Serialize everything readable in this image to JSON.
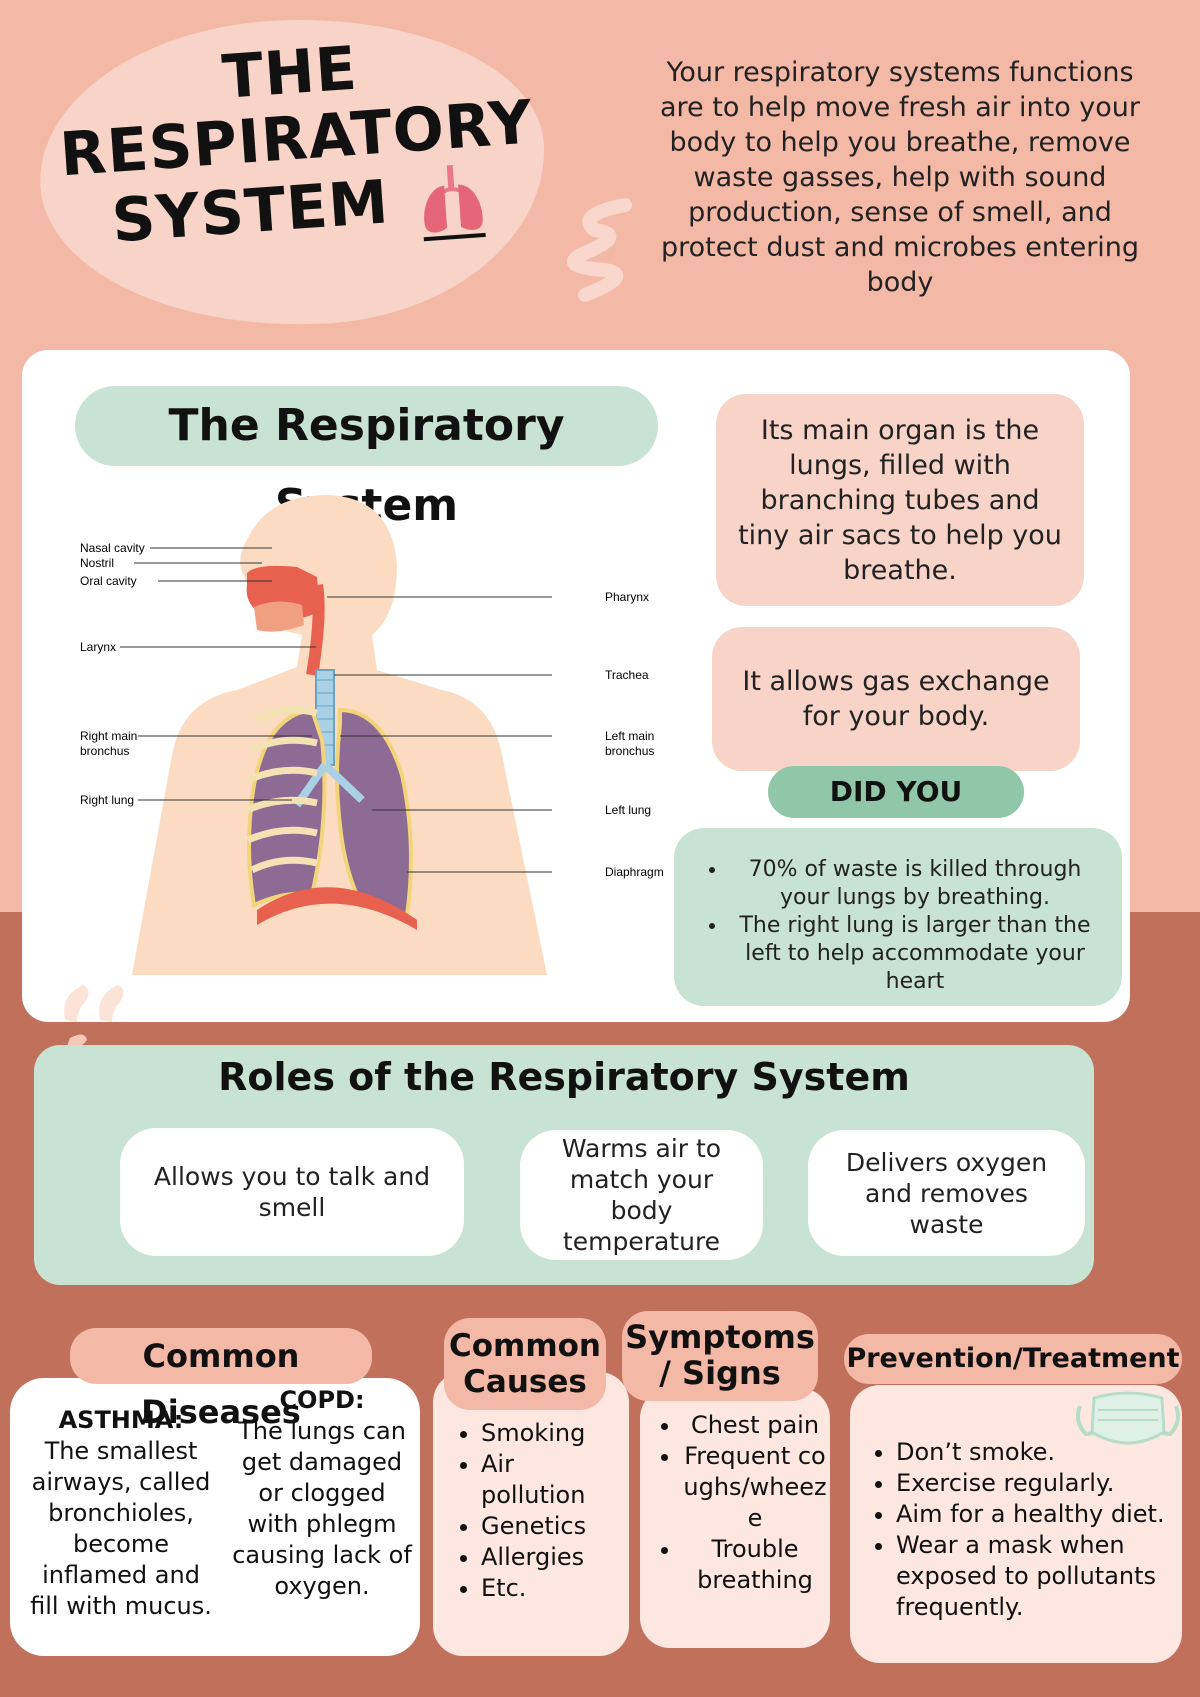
{
  "header": {
    "title_lines": [
      "THE",
      "RESPIRATORY",
      "SYSTEM"
    ],
    "intro": "Your respiratory systems functions are to help move fresh air into your body to help you breathe, remove waste gasses, help with sound production, sense of smell, and protect dust and microbes entering body"
  },
  "diagram_section": {
    "title": "The Respiratory System",
    "labels_left": [
      "Nasal cavity",
      "Nostril",
      "Oral cavity",
      "Larynx",
      "Right main",
      "bronchus",
      "Right lung"
    ],
    "labels_right": [
      "Pharynx",
      "Trachea",
      "Left main",
      "bronchus",
      "Left lung",
      "Diaphragm"
    ],
    "fact_1": "Its main organ is the lungs, filled with branching tubes and tiny air sacs to help you breathe.",
    "fact_2": "It allows gas exchange for your body.",
    "did_you_know": "DID YOU KNOW?",
    "did_you_know_items": [
      "70% of waste is killed through your lungs by breathing.",
      "The right lung is larger than the left to help accommodate your heart"
    ]
  },
  "roles": {
    "title": "Roles of the Respiratory System",
    "items": [
      "Allows you to talk and smell",
      "Warms air to match your body temperature",
      "Delivers oxygen and removes waste"
    ]
  },
  "diseases": {
    "title": "Common Diseases",
    "asthma_name": "ASTHMA:",
    "asthma_text": "The smallest airways, called bronchioles, become inflamed and fill with mucus.",
    "copd_name": "COPD:",
    "copd_text": "The lungs can get damaged or clogged with phlegm causing lack of oxygen."
  },
  "causes": {
    "title_lines": [
      "Common",
      "Causes"
    ],
    "items": [
      "Smoking",
      "Air pollution",
      "Genetics",
      "Allergies",
      "Etc."
    ]
  },
  "symptoms": {
    "title_lines": [
      "Symptoms",
      "/ Signs"
    ],
    "items": [
      "Chest pain",
      "Frequent coughs/wheeze",
      "Trouble breathing"
    ]
  },
  "prevention": {
    "title": "Prevention/Treatment",
    "items": [
      "Don’t smoke.",
      "Exercise regularly.",
      "Aim for a healthy diet.",
      "Wear a mask when exposed to pollutants frequently."
    ]
  },
  "colors": {
    "background_top": "#f4b8a6",
    "background_bottom": "#c1705c",
    "mint": "#c8e3d3",
    "mint_dark": "#8fc7a8",
    "blush": "#f8d3c8"
  },
  "icons": [
    "lungs-icon",
    "squiggle-decoration",
    "quote-mark-decoration",
    "face-mask-icon"
  ]
}
